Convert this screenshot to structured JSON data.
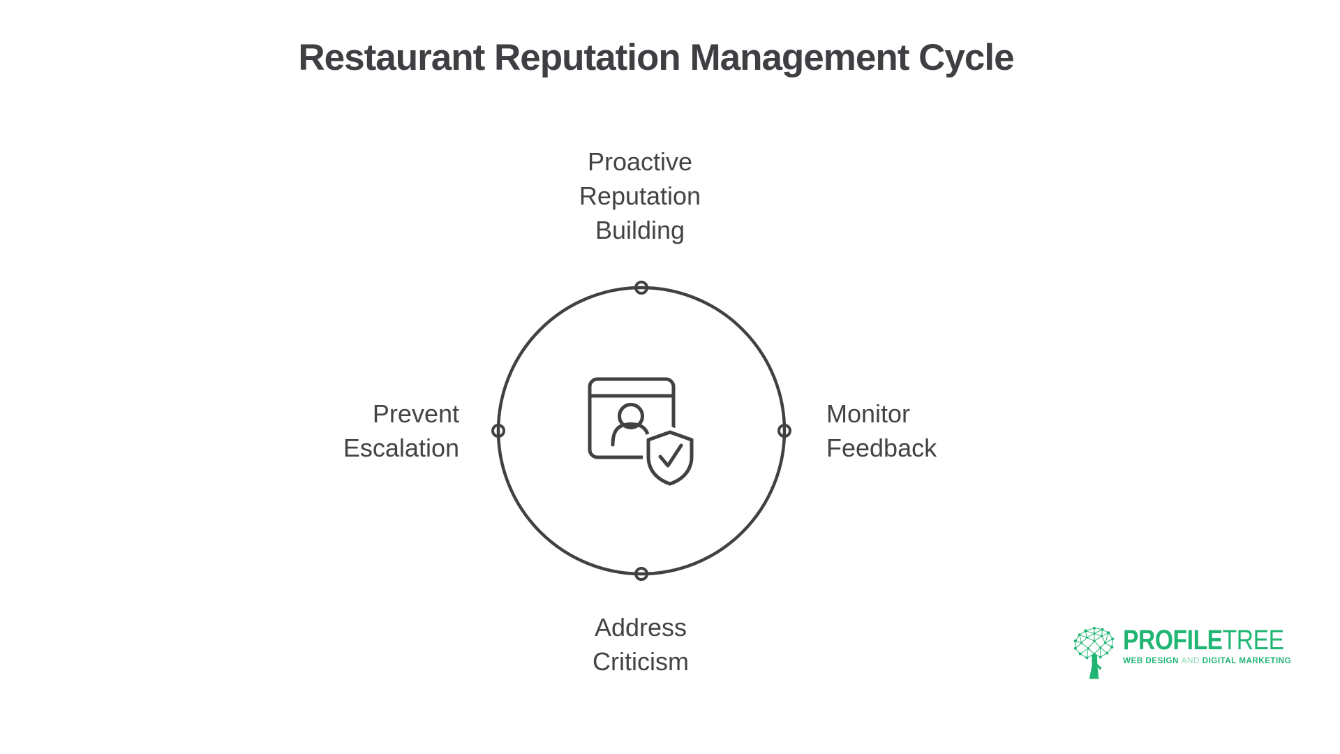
{
  "title": "Restaurant Reputation Management Cycle",
  "cycle": {
    "steps": {
      "top": {
        "lines": [
          "Proactive",
          "Reputation",
          "Building"
        ]
      },
      "right": {
        "lines": [
          "Monitor",
          "Feedback"
        ]
      },
      "bottom": {
        "lines": [
          "Address",
          "Criticism"
        ]
      },
      "left": {
        "lines": [
          "Prevent",
          "Escalation"
        ]
      }
    },
    "center_icon": "browser-user-shield-check-icon",
    "node_count": 4
  },
  "logo": {
    "icon": "network-tree-icon",
    "brand_primary": "PROFILE",
    "brand_secondary": "TREE",
    "tagline_lead": "WEB DESIGN",
    "tagline_and": "AND",
    "tagline_tail": "DIGITAL MARKETING"
  },
  "colors": {
    "ink": "#414141",
    "label": "#434343",
    "title": "#3d3f43",
    "green": "#21b573",
    "bg": "#ffffff"
  }
}
